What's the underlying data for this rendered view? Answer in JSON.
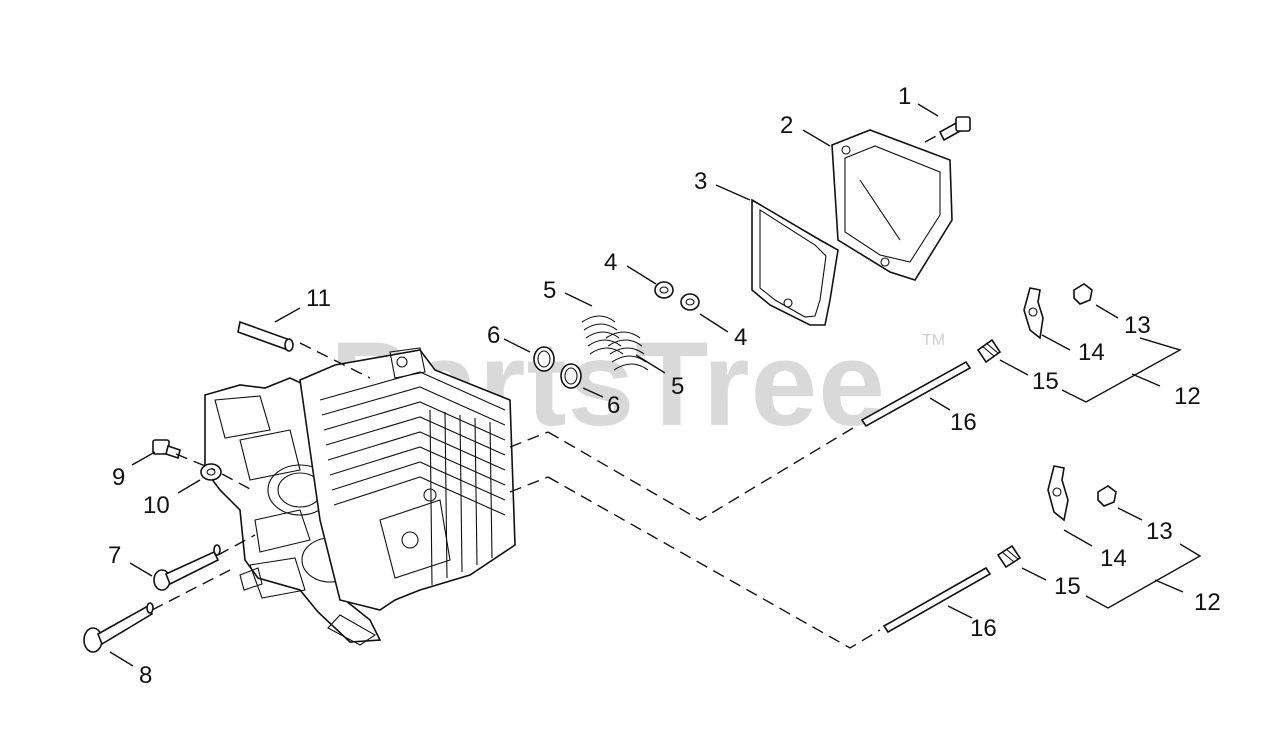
{
  "watermark": {
    "text": "PartsTree",
    "trademark": "TM"
  },
  "callouts": [
    {
      "id": "c1",
      "text": "1"
    },
    {
      "id": "c2",
      "text": "2"
    },
    {
      "id": "c3",
      "text": "3"
    },
    {
      "id": "c4a",
      "text": "4"
    },
    {
      "id": "c4b",
      "text": "4"
    },
    {
      "id": "c5a",
      "text": "5"
    },
    {
      "id": "c5b",
      "text": "5"
    },
    {
      "id": "c6a",
      "text": "6"
    },
    {
      "id": "c6b",
      "text": "6"
    },
    {
      "id": "c7",
      "text": "7"
    },
    {
      "id": "c8",
      "text": "8"
    },
    {
      "id": "c9",
      "text": "9"
    },
    {
      "id": "c10",
      "text": "10"
    },
    {
      "id": "c11",
      "text": "11"
    },
    {
      "id": "c12a",
      "text": "12"
    },
    {
      "id": "c12b",
      "text": "12"
    },
    {
      "id": "c13a",
      "text": "13"
    },
    {
      "id": "c13b",
      "text": "13"
    },
    {
      "id": "c14a",
      "text": "14"
    },
    {
      "id": "c14b",
      "text": "14"
    },
    {
      "id": "c15a",
      "text": "15"
    },
    {
      "id": "c15b",
      "text": "15"
    },
    {
      "id": "c16a",
      "text": "16"
    },
    {
      "id": "c16b",
      "text": "16"
    }
  ]
}
